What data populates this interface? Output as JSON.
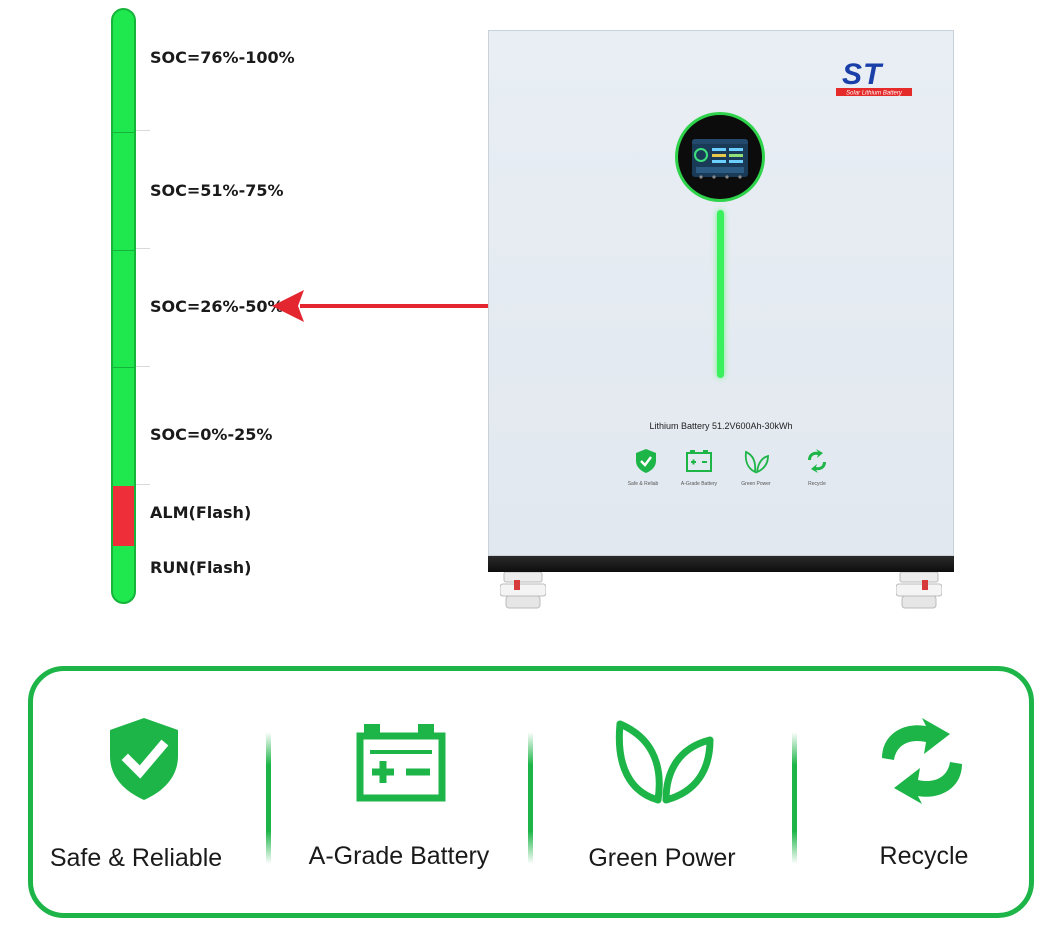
{
  "colors": {
    "led_green": "#1ee84e",
    "led_alarm": "#ee2f3a",
    "arrow_red": "#e3262f",
    "brand_blue": "#1b3fa8",
    "brand_red": "#e52a2a",
    "feature_green": "#1db548"
  },
  "indicator": {
    "levels": [
      {
        "label": "SOC=76%-100%"
      },
      {
        "label": "SOC=51%-75%"
      },
      {
        "label": "SOC=26%-50%"
      },
      {
        "label": "SOC=0%-25%"
      },
      {
        "label": "ALM(Flash)"
      },
      {
        "label": "RUN(Flash)"
      }
    ]
  },
  "battery": {
    "brand": "ST",
    "brand_tagline": "Solar Lithium Battery",
    "model": "Lithium Battery 51.2V600Ah-30kWh",
    "mini_features": [
      "Safe & Reliab",
      "A-Grade Battery",
      "Green Power",
      "Recycle"
    ]
  },
  "features": [
    {
      "label": "Safe & Reliable",
      "icon": "shield-check-icon"
    },
    {
      "label": "A-Grade Battery",
      "icon": "battery-icon"
    },
    {
      "label": "Green Power",
      "icon": "leaf-icon"
    },
    {
      "label": "Recycle",
      "icon": "recycle-icon"
    }
  ]
}
